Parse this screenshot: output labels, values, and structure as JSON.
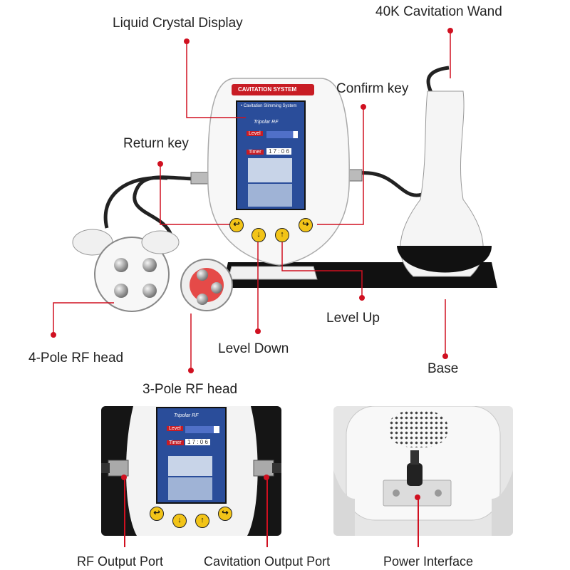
{
  "callouts": {
    "lcd": "Liquid Crystal Display",
    "wand": "40K Cavitation Wand",
    "confirm": "Confirm key",
    "return": "Return key",
    "level_up": "Level Up",
    "level_down": "Level Down",
    "four_pole": "4-Pole RF head",
    "three_pole": "3-Pole RF head",
    "base": "Base",
    "rf_port": "RF Output Port",
    "cav_port": "Cavitation Output  Port",
    "power": "Power Interface"
  },
  "device": {
    "header": "CAVITATION SYSTEM",
    "menu_item": "• Cavitation Slimming System",
    "mode": "Tripolar RF",
    "level_label": "Level",
    "timer_label": "Timer",
    "timer_value": "1 7 : 0 6",
    "level_value": 0.85
  },
  "icons": {
    "return": "return-arrow-icon",
    "down": "down-arrow-icon",
    "up": "up-arrow-icon",
    "confirm": "confirm-arrow-icon"
  },
  "colors": {
    "accent": "#d01020",
    "key": "#f2c418",
    "screen": "#2a4d9a"
  }
}
